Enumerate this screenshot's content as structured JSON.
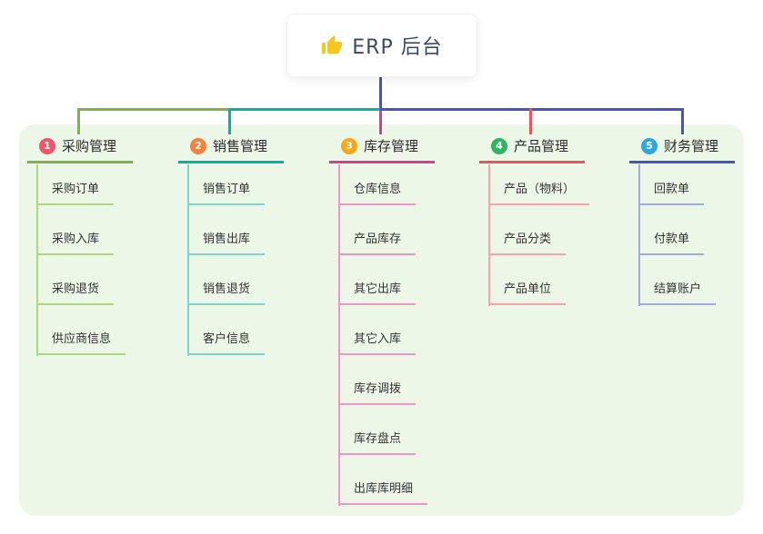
{
  "root": {
    "label": "ERP 后台",
    "icon": "thumbs-up-icon"
  },
  "colors": {
    "panel_background": "#ecf7e8",
    "root_connector": "#4653c4",
    "branch_1": "#7cb342",
    "branch_2": "#00b3ad",
    "branch_3": "#d83a96",
    "branch_4": "#f2505a",
    "branch_5": "#4254c5",
    "badge_1": "#f0566b",
    "badge_2": "#f5813f",
    "badge_3": "#f8a71b",
    "badge_4": "#2fb562",
    "badge_5": "#2ea8e0",
    "thumb_icon": "#f6c620"
  },
  "branches": [
    {
      "num": "1",
      "label": "采购管理",
      "children": [
        "采购订单",
        "采购入库",
        "采购退货",
        "供应商信息"
      ]
    },
    {
      "num": "2",
      "label": "销售管理",
      "children": [
        "销售订单",
        "销售出库",
        "销售退货",
        "客户信息"
      ]
    },
    {
      "num": "3",
      "label": "库存管理",
      "children": [
        "仓库信息",
        "产品库存",
        "其它出库",
        "其它入库",
        "库存调拨",
        "库存盘点",
        "出库库明细"
      ]
    },
    {
      "num": "4",
      "label": "产品管理",
      "children": [
        "产品（物料）",
        "产品分类",
        "产品单位"
      ]
    },
    {
      "num": "5",
      "label": "财务管理",
      "children": [
        "回款单",
        "付款单",
        "结算账户"
      ]
    }
  ]
}
